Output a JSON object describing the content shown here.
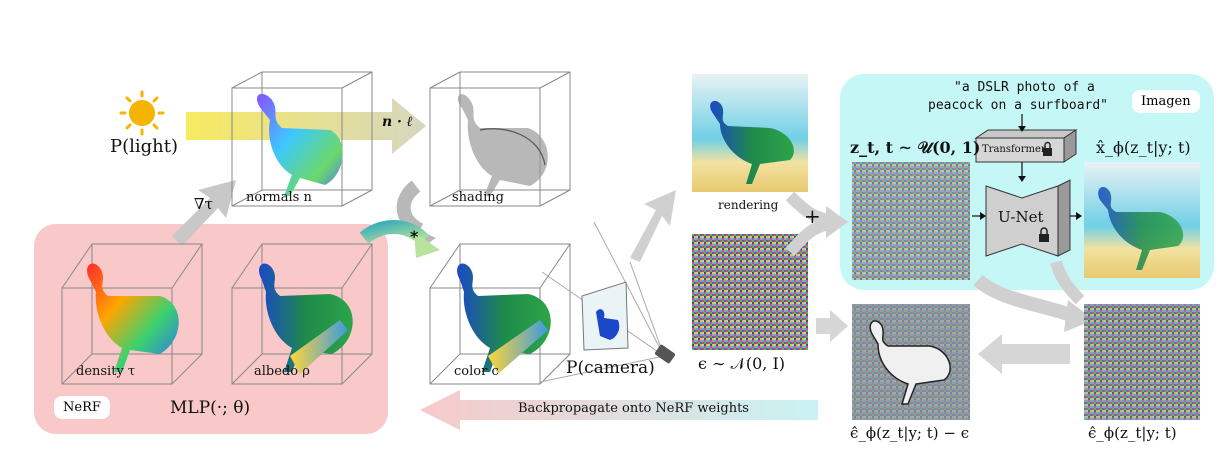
{
  "light": {
    "label": "P(light)",
    "color": "#f5b400"
  },
  "normals": {
    "label": "normals n"
  },
  "dot_op": "n · ℓ",
  "shading": {
    "label": "shading"
  },
  "nabla": "∇τ",
  "nerf": {
    "badge": "NeRF",
    "mlp": "MLP(·; θ)",
    "density": "density τ",
    "albedo": "albedo ρ",
    "bg": "#f9c8c8"
  },
  "color_label": "color c",
  "mult_op": "*",
  "camera_label": "P(camera)",
  "rendering_label": "rendering",
  "plus_op": "+",
  "noise_label": "ϵ ∼ 𝒩(0, I)",
  "imagen": {
    "badge": "Imagen",
    "prompt_line1": "\"a DSLR photo of a",
    "prompt_line2": "peacock on a surfboard\"",
    "zt_label": "z_t, t ∼ 𝒰(0, 1)",
    "xhat_label": "x̂_ϕ(z_t|y; t)",
    "transformer": "Transformer",
    "unet": "U-Net",
    "bg": "#c6f7f7"
  },
  "eps_label": "ϵ̂_ϕ(z_t|y; t)",
  "diff_label": "ϵ̂_ϕ(z_t|y; t) − ϵ",
  "backprop_label": "Backpropagate onto NeRF weights"
}
